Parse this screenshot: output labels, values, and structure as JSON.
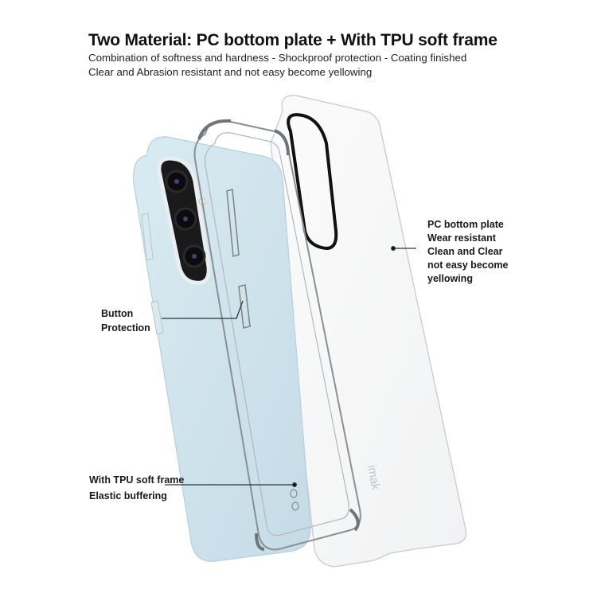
{
  "header": {
    "title": "Two Material:  PC bottom plate + With TPU soft frame",
    "line1": "Combination of softness and hardness - Shockproof protection - Coating finished",
    "line2": "Clear and Abrasion resistant and not easy become yellowing"
  },
  "callouts": {
    "pc_plate": {
      "lines": [
        "PC bottom plate",
        "Wear resistant",
        "Clean and Clear",
        "not easy become",
        "yellowing"
      ]
    },
    "button": {
      "lines": [
        "Button",
        "Protection"
      ]
    },
    "tpu": {
      "lines": [
        "With TPU soft frame",
        "Elastic buffering"
      ]
    }
  },
  "product": {
    "watermark": "imak",
    "phone_color": "#cfe3ec",
    "case_outline_color": "#8a8f93",
    "camera_ring_color": "#111111"
  }
}
